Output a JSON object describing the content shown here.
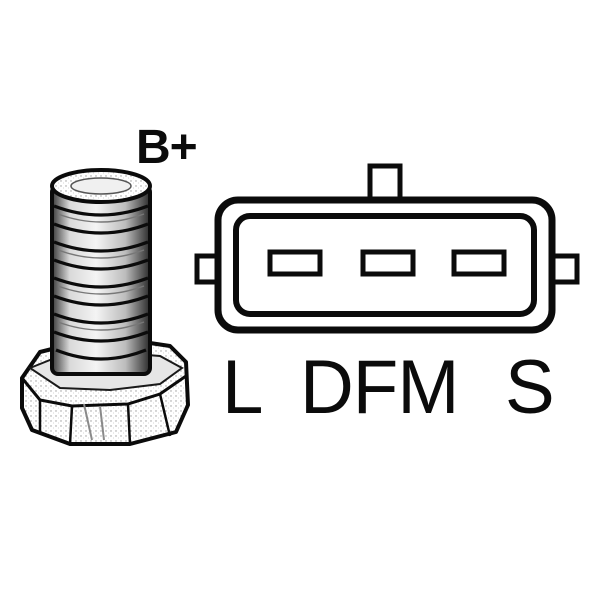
{
  "labels": {
    "terminal": "B+",
    "pin_l": "L",
    "pin_dfm": "DFM",
    "pin_s": "S"
  },
  "colors": {
    "ink": "#0b0b0b",
    "paper": "#ffffff"
  },
  "icons": {
    "terminal": "threaded-stud-terminal-icon",
    "connector": "three-pin-plug-connector-icon"
  }
}
